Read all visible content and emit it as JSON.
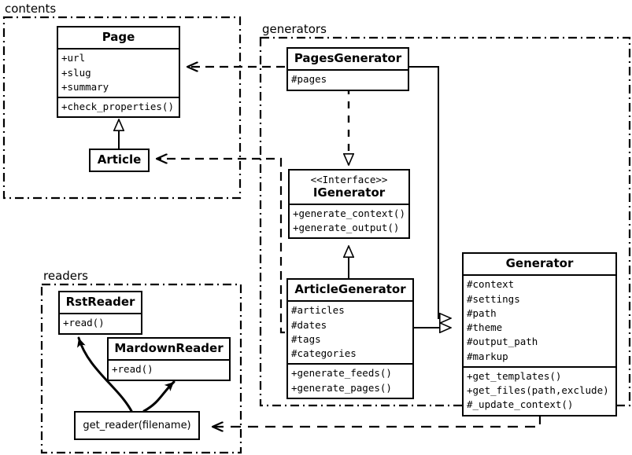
{
  "diagram": {
    "type": "uml-class-diagram",
    "packages": [
      {
        "id": "contents",
        "label": "contents"
      },
      {
        "id": "generators",
        "label": "generators"
      },
      {
        "id": "readers",
        "label": "readers"
      }
    ],
    "classes": [
      {
        "id": "page",
        "name": "Page",
        "stereotype": "",
        "attributes": [
          "+url",
          "+slug",
          "+summary"
        ],
        "operations": [
          "+check_properties()"
        ]
      },
      {
        "id": "article",
        "name": "Article",
        "stereotype": "",
        "attributes": [],
        "operations": []
      },
      {
        "id": "pages-generator",
        "name": "PagesGenerator",
        "stereotype": "",
        "attributes": [
          "#pages"
        ],
        "operations": []
      },
      {
        "id": "igenerator",
        "name": "IGenerator",
        "stereotype": "<<Interface>>",
        "attributes": [],
        "operations": [
          "+generate_context()",
          "+generate_output()"
        ]
      },
      {
        "id": "article-generator",
        "name": "ArticleGenerator",
        "stereotype": "",
        "attributes": [
          "#articles",
          "#dates",
          "#tags",
          "#categories"
        ],
        "operations": [
          "+generate_feeds()",
          "+generate_pages()"
        ]
      },
      {
        "id": "generator",
        "name": "Generator",
        "stereotype": "",
        "attributes": [
          "#context",
          "#settings",
          "#path",
          "#theme",
          "#output_path",
          "#markup"
        ],
        "operations": [
          "+get_templates()",
          "+get_files(path,exclude)",
          "#_update_context()"
        ]
      },
      {
        "id": "rst-reader",
        "name": "RstReader",
        "stereotype": "",
        "attributes": [],
        "operations": [
          "+read()"
        ]
      },
      {
        "id": "mardown-reader",
        "name": "MardownReader",
        "stereotype": "",
        "attributes": [],
        "operations": [
          "+read()"
        ]
      }
    ],
    "functions": [
      {
        "id": "get-reader",
        "label": "get_reader(filename)"
      }
    ],
    "relationships": [
      {
        "id": "article-inherits-page",
        "from": "Article",
        "to": "Page",
        "kind": "generalization",
        "style": "solid",
        "arrow": "hollow-triangle"
      },
      {
        "id": "pagesgenerator-realizes-igenerator",
        "from": "PagesGenerator",
        "to": "IGenerator",
        "kind": "realization",
        "style": "dashed",
        "arrow": "hollow-triangle"
      },
      {
        "id": "articlegenerator-realizes-igenerator",
        "from": "ArticleGenerator",
        "to": "IGenerator",
        "kind": "generalization",
        "style": "solid",
        "arrow": "hollow-triangle"
      },
      {
        "id": "pagesgenerator-inherits-generator",
        "from": "PagesGenerator",
        "to": "Generator",
        "kind": "generalization",
        "style": "solid",
        "arrow": "hollow-triangle"
      },
      {
        "id": "articlegenerator-inherits-generator",
        "from": "ArticleGenerator",
        "to": "Generator",
        "kind": "generalization",
        "style": "solid",
        "arrow": "hollow-triangle"
      },
      {
        "id": "pagesgenerator-uses-page",
        "from": "PagesGenerator",
        "to": "Page",
        "kind": "dependency",
        "style": "dashed",
        "arrow": "open"
      },
      {
        "id": "articlegenerator-uses-article",
        "from": "ArticleGenerator",
        "to": "Article",
        "kind": "dependency",
        "style": "dashed",
        "arrow": "open"
      },
      {
        "id": "generator-uses-get-reader",
        "from": "Generator",
        "to": "get_reader(filename)",
        "kind": "dependency",
        "style": "dashed",
        "arrow": "open"
      },
      {
        "id": "get-reader-returns-rstreader",
        "from": "get_reader(filename)",
        "to": "RstReader",
        "kind": "flow",
        "style": "curved-solid",
        "arrow": "filled"
      },
      {
        "id": "get-reader-returns-mardownreader",
        "from": "get_reader(filename)",
        "to": "MardownReader",
        "kind": "flow",
        "style": "curved-solid",
        "arrow": "filled"
      }
    ],
    "colors": {
      "stroke": "#000000",
      "fill": "#ffffff",
      "text": "#000000"
    }
  }
}
